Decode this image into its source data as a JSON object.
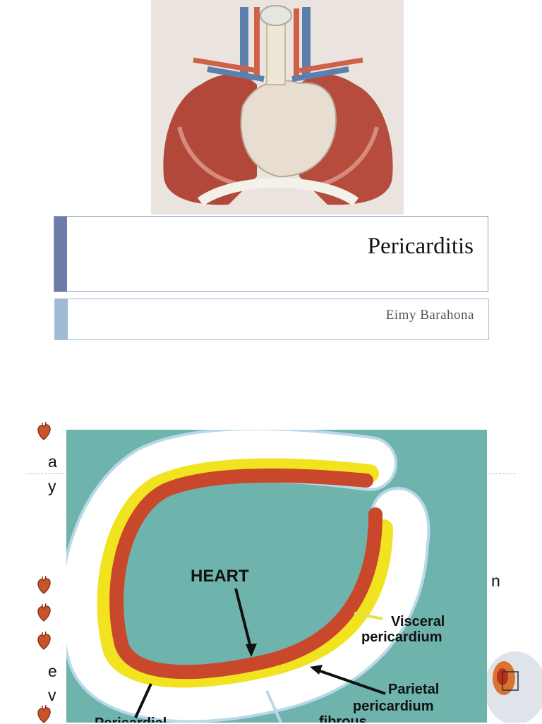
{
  "slide1": {
    "title": "Pericarditis",
    "author": "Eimy Barahona"
  },
  "slide2": {
    "text_fragments": [
      "a",
      "y",
      "n",
      "e",
      "v"
    ],
    "diagram_labels": {
      "heart": "HEART",
      "visceral_line1": "Visceral",
      "visceral_line2": "pericardium",
      "parietal_line1": "Parietal",
      "parietal_line2": "pericardium",
      "pericardial": "Pericardial",
      "fibrous": "fibrous"
    }
  },
  "colors": {
    "title_accent": "#6e7ba8",
    "subtitle_accent": "#9fbbd3",
    "diagram_background": "#6fb3ad",
    "heart_layer": "#c9482b",
    "visceral_layer": "#f2e321"
  },
  "icons": [
    "heart-bullet-icon"
  ]
}
